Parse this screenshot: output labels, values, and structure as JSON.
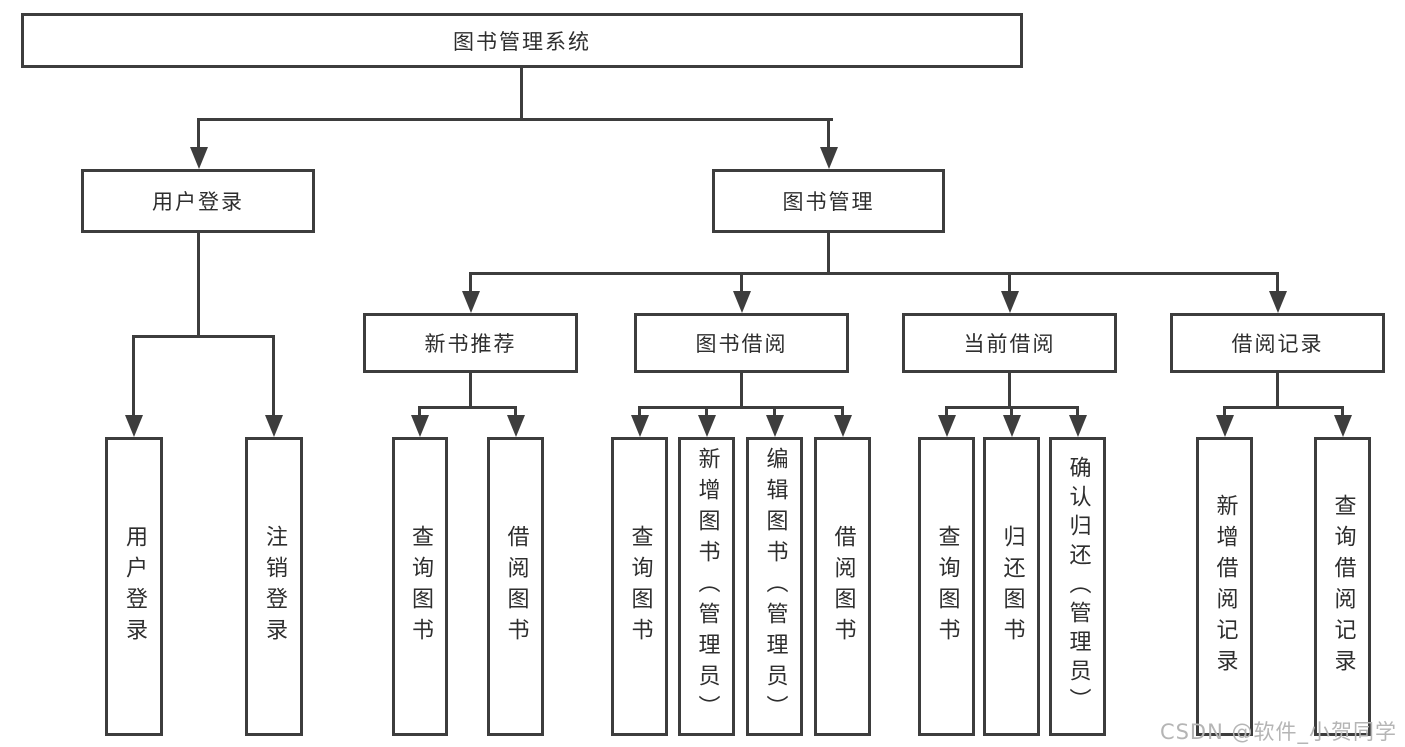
{
  "tree": {
    "root": {
      "label": "图书管理系统"
    },
    "level2": [
      {
        "label": "用户登录",
        "children": [
          "用户登录",
          "注销登录"
        ]
      },
      {
        "label": "图书管理"
      }
    ],
    "level3": [
      {
        "label": "新书推荐",
        "children": [
          "查询图书",
          "借阅图书"
        ]
      },
      {
        "label": "图书借阅",
        "children": [
          "查询图书",
          "新增图书（管理员）",
          "编辑图书（管理员）",
          "借阅图书"
        ]
      },
      {
        "label": "当前借阅",
        "children": [
          "查询图书",
          "归还图书",
          "确认归还（管理员）"
        ]
      },
      {
        "label": "借阅记录",
        "children": [
          "新增借阅记录",
          "查询借阅记录"
        ]
      }
    ]
  },
  "watermark": {
    "text": "CSDN @软件_小贺同学"
  },
  "colors": {
    "line": "#3d3d3d",
    "text": "#2e2e2e",
    "watermark": "#b5b5b5",
    "background": "#ffffff"
  }
}
